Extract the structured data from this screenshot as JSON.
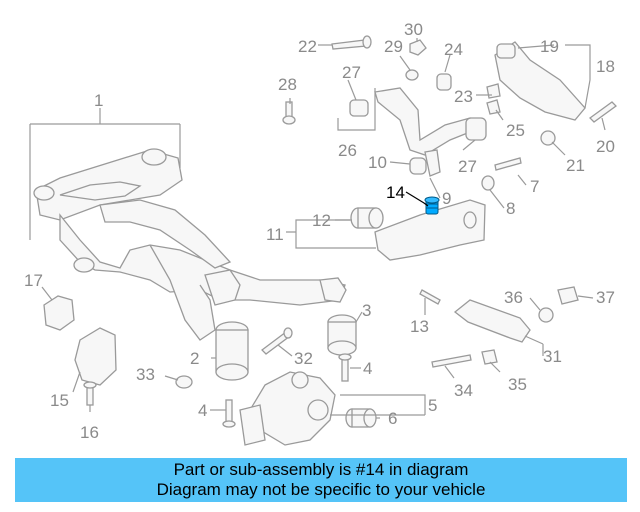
{
  "colors": {
    "banner": "#55c4f8",
    "highlight": "#00aaff",
    "label": "#8a8a8a"
  },
  "callouts": {
    "n1": "1",
    "n2": "2",
    "n3": "3",
    "n4a": "4",
    "n4b": "4",
    "n5": "5",
    "n6": "6",
    "n7": "7",
    "n8": "8",
    "n9": "9",
    "n10": "10",
    "n11": "11",
    "n12": "12",
    "n13": "13",
    "n14": "14",
    "n15": "15",
    "n16": "16",
    "n17": "17",
    "n18": "18",
    "n19": "19",
    "n20": "20",
    "n21": "21",
    "n22": "22",
    "n23": "23",
    "n24": "24",
    "n25": "25",
    "n26": "26",
    "n27a": "27",
    "n27b": "27",
    "n28": "28",
    "n29": "29",
    "n30": "30",
    "n31": "31",
    "n32": "32",
    "n33": "33",
    "n34": "34",
    "n35": "35",
    "n36": "36",
    "n37": "37"
  },
  "banner": {
    "line1": "Part or sub-assembly is #14 in diagram",
    "line2": "Diagram may not be specific to your vehicle"
  }
}
